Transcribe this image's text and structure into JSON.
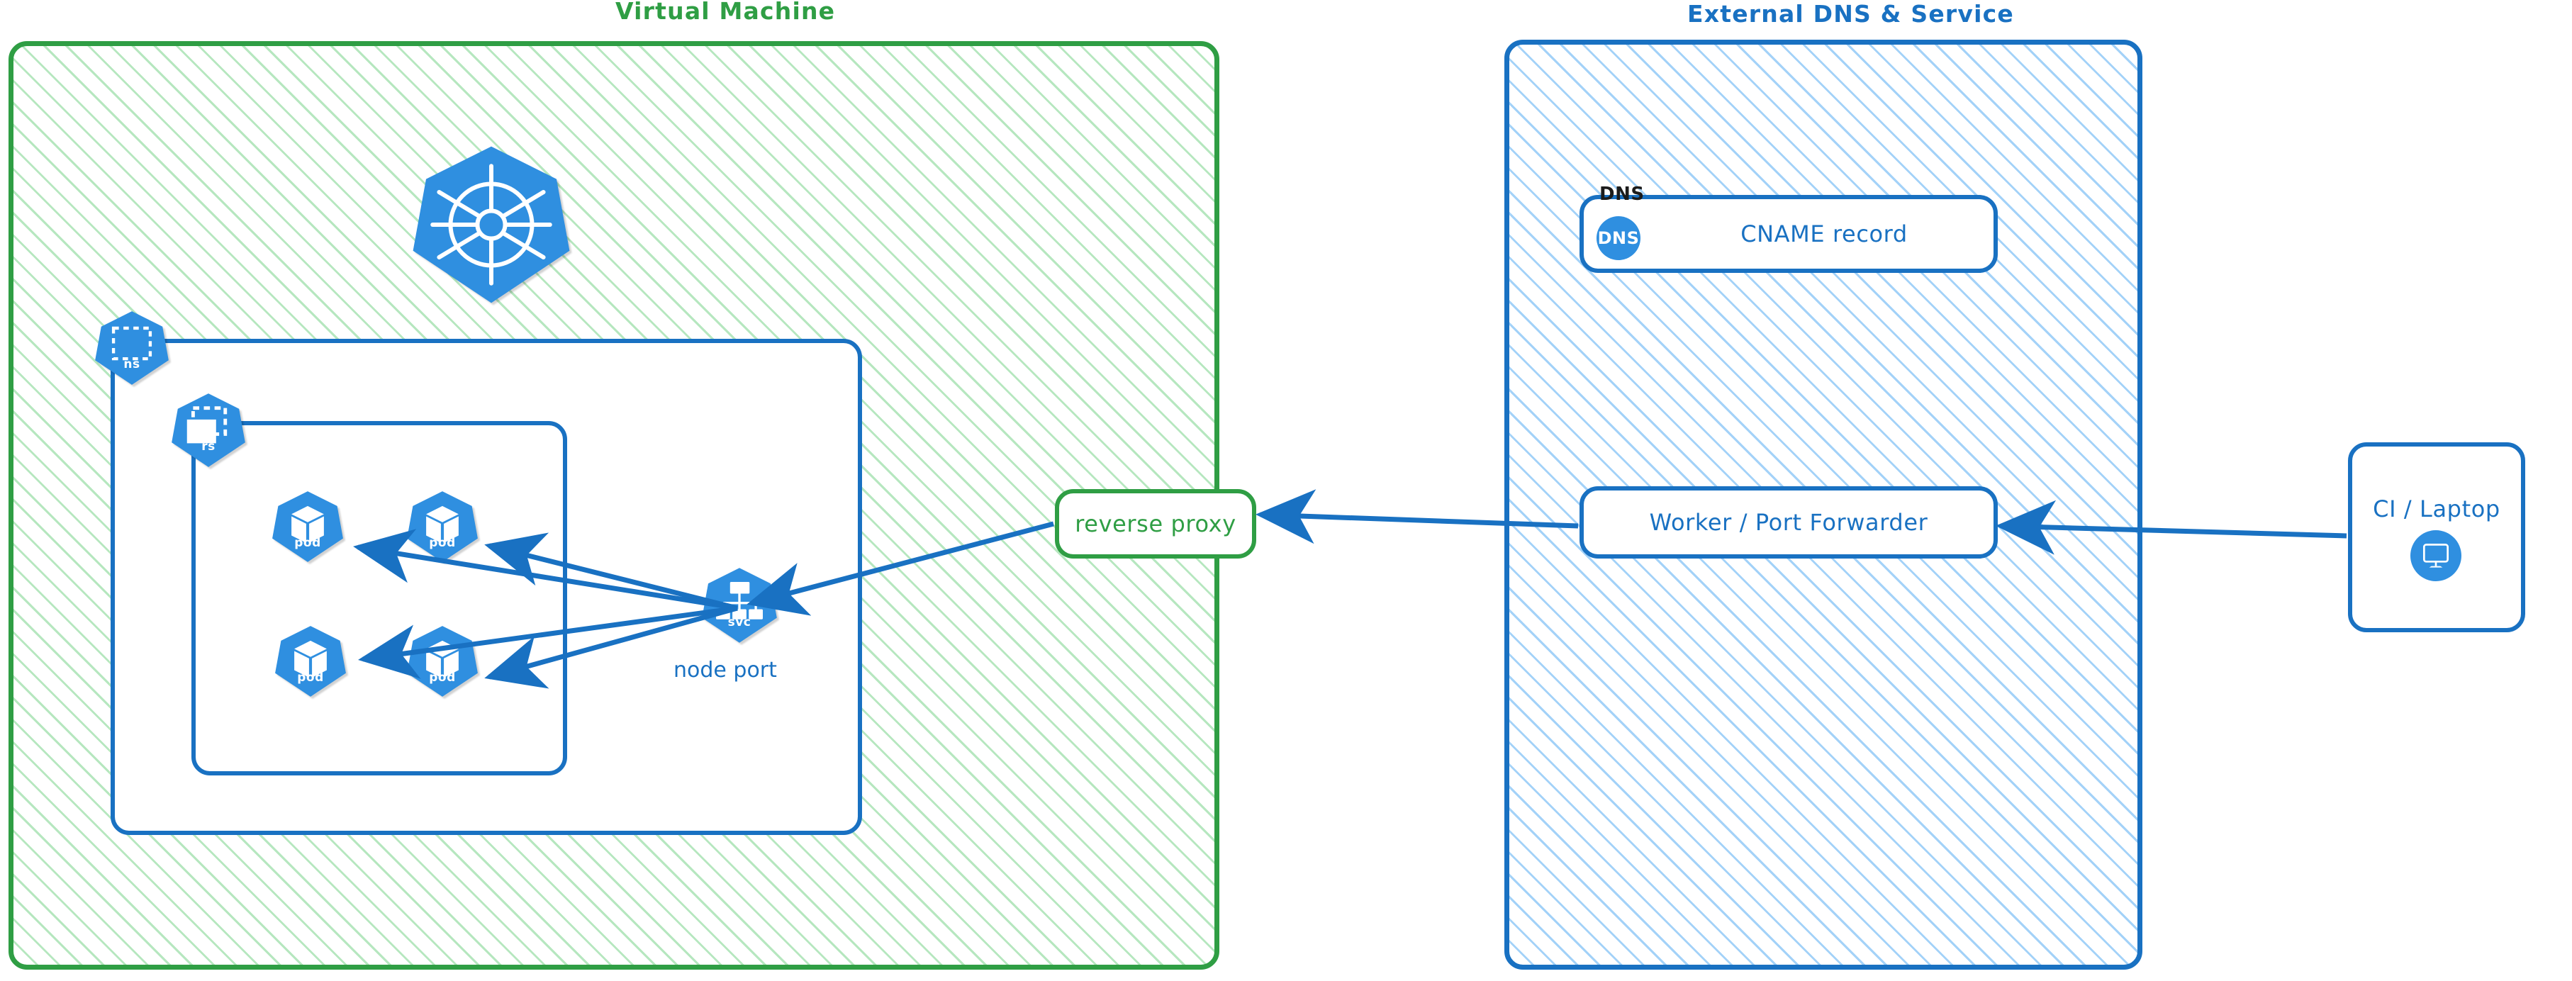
{
  "groups": {
    "vm": {
      "title": "Virtual Machine",
      "color": "#2f9e44"
    },
    "external": {
      "title": "External DNS & Service",
      "color": "#1971c2"
    }
  },
  "vm": {
    "kubernetes_logo": {
      "icon": "kubernetes-wheel-icon"
    },
    "namespace": {
      "caption": "ns",
      "icon": "dashed-square-icon"
    },
    "replicaset": {
      "caption": "rs",
      "icon": "stacked-dashed-rects-icon"
    },
    "pods": [
      {
        "caption": "pod",
        "icon": "cube-icon"
      },
      {
        "caption": "pod",
        "icon": "cube-icon"
      },
      {
        "caption": "pod",
        "icon": "cube-icon"
      },
      {
        "caption": "pod",
        "icon": "cube-icon"
      }
    ],
    "service": {
      "caption": "svc",
      "icon": "hierarchy-tree-icon",
      "label": "node port"
    },
    "reverse_proxy": {
      "label": "reverse proxy",
      "color": "#2f9e44"
    }
  },
  "external": {
    "dns_card": {
      "corner_tag": "DNS",
      "badge_text": "DNS",
      "label": "CNAME record",
      "icon": "dns-circle-icon"
    },
    "worker_card": {
      "label": "Worker / Port Forwarder"
    }
  },
  "client": {
    "card": {
      "label": "CI / Laptop",
      "icon": "desktop-monitor-icon"
    }
  },
  "colors": {
    "green": "#2f9e44",
    "blue": "#1971c2",
    "k8s_blue": "#2f8fe0",
    "hatch_green": "#40c057",
    "hatch_blue": "#339af0"
  },
  "connections": [
    {
      "from": "node-port-svc",
      "to": "pod-1",
      "direction": "one-way"
    },
    {
      "from": "node-port-svc",
      "to": "pod-2",
      "direction": "one-way"
    },
    {
      "from": "node-port-svc",
      "to": "pod-3",
      "direction": "one-way"
    },
    {
      "from": "node-port-svc",
      "to": "pod-4",
      "direction": "one-way"
    },
    {
      "from": "reverse-proxy",
      "to": "node-port-svc",
      "direction": "one-way"
    },
    {
      "from": "worker-port-forwarder",
      "to": "reverse-proxy",
      "direction": "one-way"
    },
    {
      "from": "ci-laptop",
      "to": "worker-port-forwarder",
      "direction": "one-way"
    }
  ]
}
